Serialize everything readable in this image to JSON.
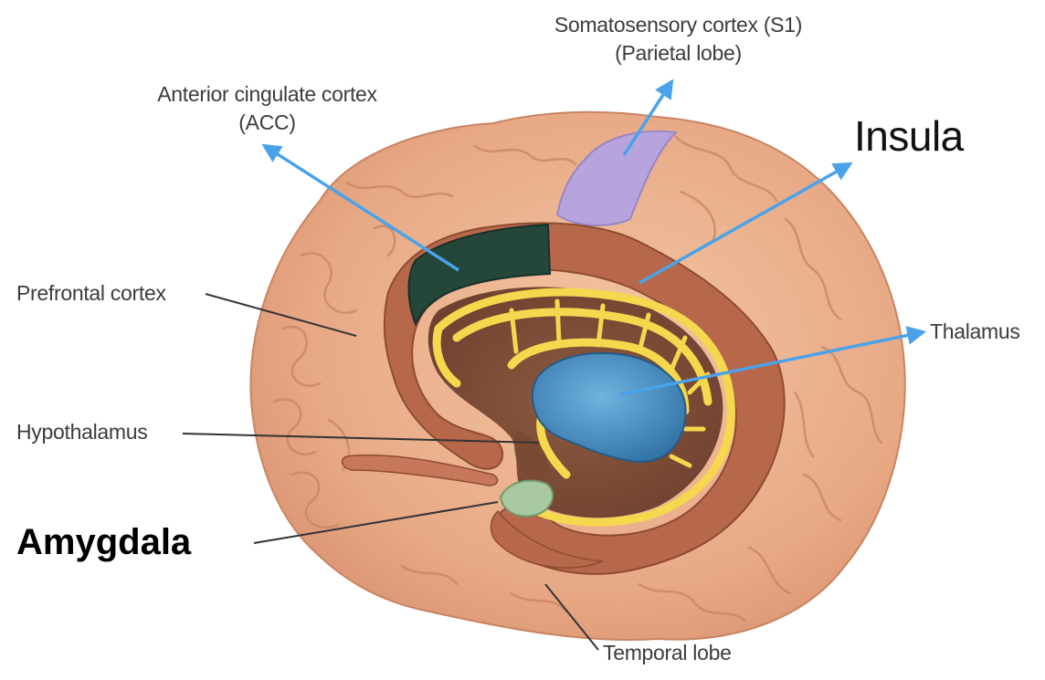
{
  "labels": {
    "somatosensory_line1": "Somatosensory cortex (S1)",
    "somatosensory_line2": "(Parietal lobe)",
    "acc_line1": "Anterior cingulate cortex",
    "acc_line2": "(ACC)",
    "insula": "Insula",
    "prefrontal": "Prefrontal cortex",
    "thalamus": "Thalamus",
    "hypothalamus": "Hypothalamus",
    "amygdala": "Amygdala",
    "temporal": "Temporal lobe"
  },
  "colors": {
    "cortex": "#ebb08a",
    "cortex_dark": "#c98462",
    "limbic_ring": "#b8684a",
    "acc": "#24473a",
    "s1": "#b7a3dd",
    "fornix": "#f6d84f",
    "thalamus": "#3f86be",
    "amygdala": "#a8c8a2",
    "arrow": "#4aa3ea",
    "leader": "#333333"
  },
  "icons": [
    "arrow-head"
  ]
}
